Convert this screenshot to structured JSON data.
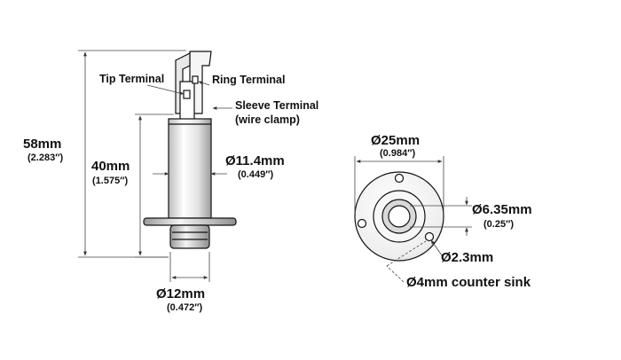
{
  "labels": {
    "tip_terminal": "Tip Terminal",
    "ring_terminal": "Ring Terminal",
    "sleeve_terminal": "Sleeve Terminal",
    "sleeve_terminal_note": "(wire clamp)",
    "overall_length": "58mm",
    "overall_length_in": "(2.283″)",
    "barrel_length": "40mm",
    "barrel_length_in": "(1.575″)",
    "barrel_diameter": "Ø11.4mm",
    "barrel_diameter_in": "(0.449″)",
    "nut_diameter": "Ø12mm",
    "nut_diameter_in": "(0.472″)",
    "plate_diameter": "Ø25mm",
    "plate_diameter_in": "(0.984″)",
    "socket_diameter": "Ø6.35mm",
    "socket_diameter_in": "(0.25″)",
    "hole_diameter": "Ø2.3mm",
    "counter_sink": "Ø4mm counter sink"
  }
}
